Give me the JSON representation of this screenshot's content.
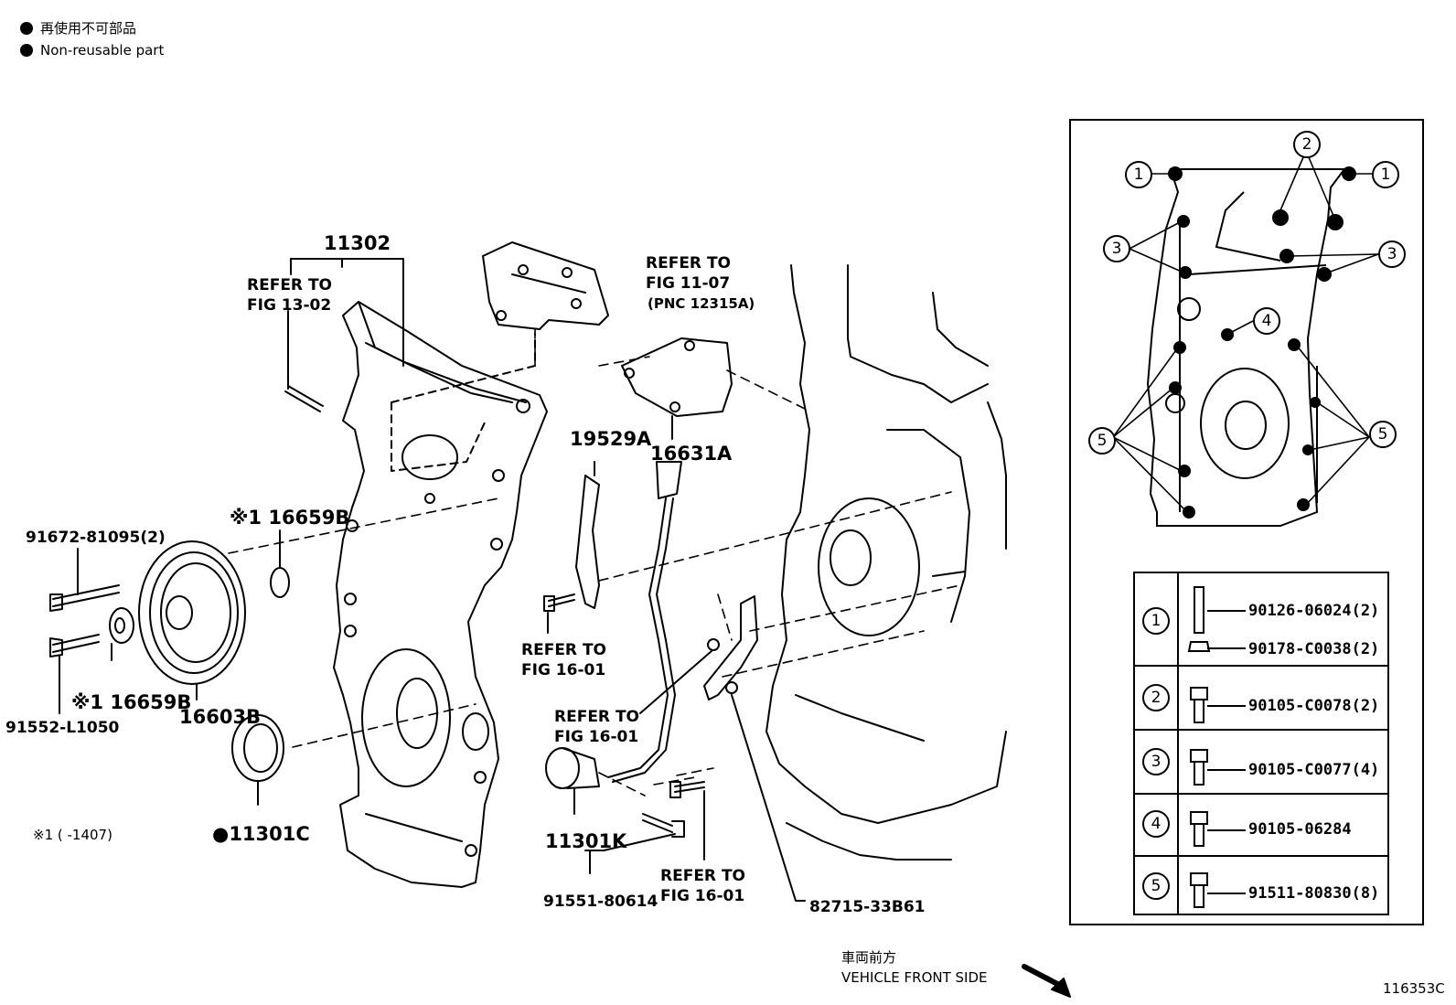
{
  "legend": {
    "jp": "再使用不可部品",
    "en": "Non-reusable part"
  },
  "labels": {
    "p11302": "11302",
    "refer_13_02_a": "REFER TO",
    "refer_13_02_b": "FIG 13-02",
    "refer_11_07_a": "REFER TO",
    "refer_11_07_b": "FIG 11-07",
    "refer_11_07_c": "(PNC 12315A)",
    "p19529a": "19529A",
    "p16631a": "16631A",
    "p16659b_top": "※1 16659B",
    "p91672": "91672-81095(2)",
    "p16659b_bot": "※1 16659B",
    "p91552": "91552-L1050",
    "p16603b": "16603B",
    "note_1407": "※1 (      -1407)",
    "p11301c": "●11301C",
    "refer_16_01_a1": "REFER TO",
    "refer_16_01_a2": "FIG 16-01",
    "refer_16_01_b1": "REFER TO",
    "refer_16_01_b2": "FIG 16-01",
    "p11301k": "11301K",
    "p91551": "91551-80614",
    "refer_16_01_c1": "REFER TO",
    "refer_16_01_c2": "FIG 16-01",
    "p82715": "82715-33B61",
    "front_jp": "車両前方",
    "front_en": "VEHICLE FRONT SIDE",
    "fig_code": "116353C"
  },
  "bolt_table": {
    "rows": [
      {
        "num": "1",
        "parts": [
          "90126-06024(2)",
          "90178-C0038(2)"
        ]
      },
      {
        "num": "2",
        "parts": [
          "90105-C0078(2)"
        ]
      },
      {
        "num": "3",
        "parts": [
          "90105-C0077(4)"
        ]
      },
      {
        "num": "4",
        "parts": [
          "90105-06284"
        ]
      },
      {
        "num": "5",
        "parts": [
          "91511-80830(8)"
        ]
      }
    ]
  },
  "inset_callouts": {
    "c1a": "1",
    "c1b": "1",
    "c2": "2",
    "c3a": "3",
    "c3b": "3",
    "c4": "4",
    "c5a": "5",
    "c5b": "5"
  }
}
